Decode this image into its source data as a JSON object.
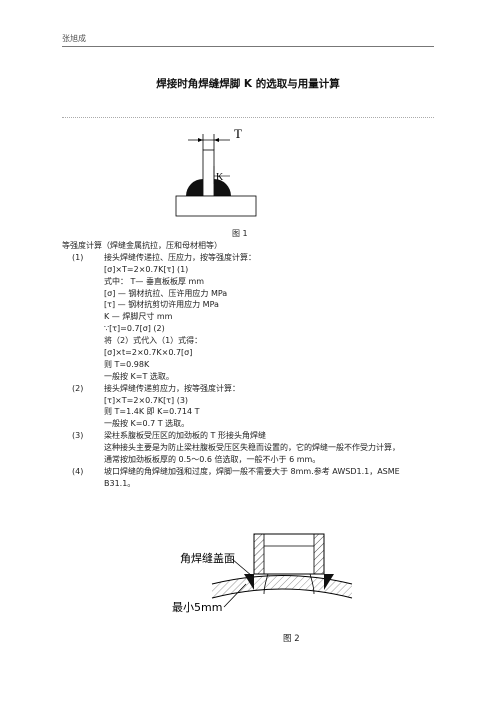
{
  "header": {
    "author": "张旭成"
  },
  "title": "焊接时角焊缝焊脚 K 的选取与用量计算",
  "figure1": {
    "label_T": "T",
    "label_K": "K",
    "caption": "图 1"
  },
  "lines": [
    {
      "num": "",
      "text": "等强度计算（焊缝金属抗拉，压和母材相等）"
    },
    {
      "num": "(1)",
      "text": "接头焊缝传递拉、压应力，按等强度计算："
    },
    {
      "num": "",
      "text": "[σ]×T=2×0.7K[τ] (1)"
    },
    {
      "num": "",
      "text": "式中：   T— 垂直板板厚 mm"
    },
    {
      "num": "",
      "text": "[σ] — 钢材抗拉、压许用应力 MPa"
    },
    {
      "num": "",
      "text": "[τ] — 钢材抗剪切许用应力 MPa"
    },
    {
      "num": "",
      "text": "K — 焊脚尺寸 mm"
    },
    {
      "num": "",
      "text": "∵[τ]=0.7[σ] (2)"
    },
    {
      "num": "",
      "text": "将（2）式代入（1）式得："
    },
    {
      "num": "",
      "text": "[σ]×t=2×0.7K×0.7[σ]"
    },
    {
      "num": "",
      "text": "则  T=0.98K"
    },
    {
      "num": "",
      "text": "一般按 K=T 选取。"
    },
    {
      "num": "(2)",
      "text": "接头焊缝传递剪应力，按等强度计算："
    },
    {
      "num": "",
      "text": "[τ]×T=2×0.7K[τ] (3)"
    },
    {
      "num": "",
      "text": "则  T=1.4K  即  K=0.714 T"
    },
    {
      "num": "",
      "text": "一般按 K=0.7 T   选取。"
    },
    {
      "num": "(3)",
      "text": "梁柱系腹板受压区的加劲板的 T 形接头角焊缝"
    },
    {
      "num": "",
      "text": "这种接头主要是为防止梁柱腹板受压区失稳而设置的，它的焊缝一般不作受力计算，"
    },
    {
      "num": "",
      "text": "通常按加劲板板厚的 0.5～0.6 倍选取，一般不小于 6 mm。"
    },
    {
      "num": "(4)",
      "text": "坡口焊缝的角焊缝加强和过度，焊脚一般不需要大于 8mm.参考 AWSD1.1，ASME"
    },
    {
      "num": "",
      "text": "B31.1。"
    }
  ],
  "figure2": {
    "label_top": "角焊缝盖面",
    "label_bottom": "最小5mm",
    "caption": "图 2"
  }
}
